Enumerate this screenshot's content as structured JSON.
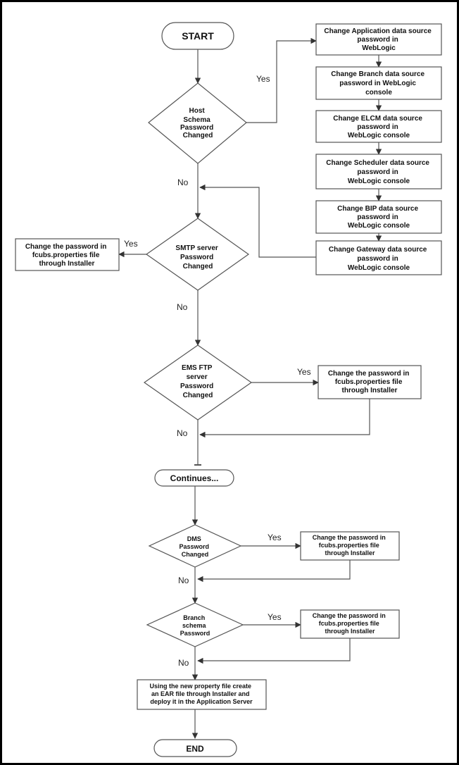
{
  "terminals": {
    "start": "START",
    "continues": "Continues...",
    "end": "END"
  },
  "decisions": {
    "host_schema": [
      "Host",
      "Schema",
      "Password",
      "Changed"
    ],
    "smtp": [
      "SMTP server",
      "Password",
      "Changed"
    ],
    "ems_ftp": [
      "EMS FTP",
      "server",
      "Password",
      "Changed"
    ],
    "dms": [
      "DMS",
      "Password",
      "Changed"
    ],
    "branch_schema": [
      "Branch",
      "schema",
      "Password"
    ]
  },
  "processes": {
    "app_ds": [
      "Change Application data source",
      "password in",
      "WebLogic"
    ],
    "branch_ds": [
      "Change Branch data source",
      "password in WebLogic",
      "console"
    ],
    "elcm_ds": [
      "Change ELCM data source",
      "password in",
      "WebLogic console"
    ],
    "scheduler_ds": [
      "Change Scheduler data source",
      "password in",
      "WebLogic console"
    ],
    "bip_ds": [
      "Change BIP data source",
      "password in",
      "WebLogic console"
    ],
    "gateway_ds": [
      "Change Gateway data source",
      "password in",
      "WebLogic console"
    ],
    "smtp_installer": [
      "Change the password in",
      "fcubs.properties file",
      "through Installer"
    ],
    "ems_installer": [
      "Change the password in",
      "fcubs.properties file",
      "through Installer"
    ],
    "dms_installer": [
      "Change the password in",
      "fcubs.properties file",
      "through Installer"
    ],
    "branch_installer": [
      "Change the password in",
      "fcubs.properties file",
      "through Installer"
    ],
    "ear": [
      "Using the new property file create",
      "an EAR file through Installer and",
      "deploy it in the Application Server"
    ]
  },
  "edge_labels": {
    "yes": "Yes",
    "no": "No"
  }
}
